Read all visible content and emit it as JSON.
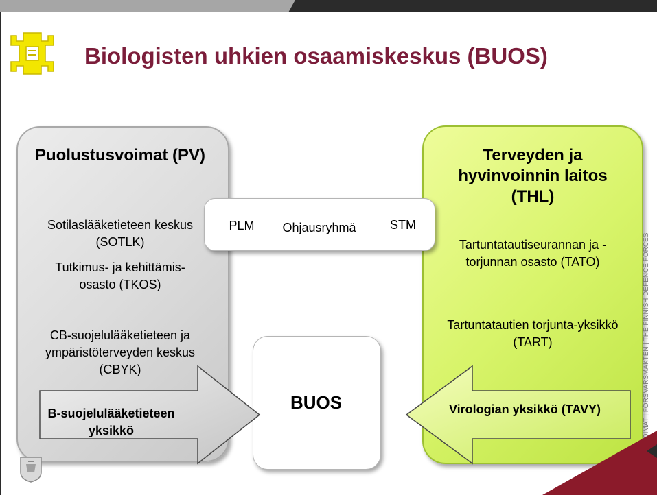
{
  "slide": {
    "title": "Biologisten uhkien osaamiskeskus (BUOS)",
    "sidebar_text": "PUOLUSTUSVOIMAT  |  FÖRSVARSMAKTEN  |  THE FINNISH DEFENCE FORCES"
  },
  "pv": {
    "heading": "Puolustusvoimat (PV)",
    "unit1": "Sotilaslääketieteen keskus (SOTLK)",
    "unit2": "Tutkimus- ja kehittämis-osasto (TKOS)",
    "unit3": "CB-suojelulääketieteen ja ympäristöterveyden keskus (CBYK)",
    "arrow_label": "B-suojelulääketieteen yksikkö"
  },
  "thl": {
    "heading": "Terveyden ja hyvinvoinnin laitos (THL)",
    "unit1": "Tartuntatautiseurannan ja -torjunnan osasto (TATO)",
    "unit2": "Tartuntatautien torjunta-yksikkö (TART)",
    "arrow_label": "Virologian yksikkö (TAVY)"
  },
  "steering": {
    "left": "PLM",
    "center": "Ohjausryhmä",
    "right": "STM"
  },
  "center": {
    "label": "BUOS"
  },
  "colors": {
    "title": "#7b1d3a",
    "pv_box": "#d9d9d9",
    "thl_box": "#d4f060",
    "logo": "#f2e600",
    "accent_red": "#8b1a2a"
  }
}
